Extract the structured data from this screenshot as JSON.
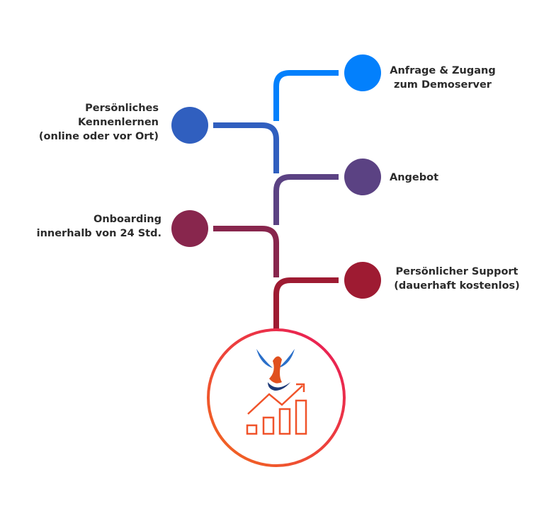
{
  "steps": [
    {
      "label_lines": [
        "Anfrage & Zugang",
        "zum Demoserver"
      ],
      "color": "#0380fc"
    },
    {
      "label_lines": [
        "Persönliches",
        "Kennenlernen",
        "(online oder vor Ort)"
      ],
      "color": "#305fbf"
    },
    {
      "label_lines": [
        "Angebot"
      ],
      "color": "#5b4283"
    },
    {
      "label_lines": [
        "Onboarding",
        "innerhalb von 24 Std."
      ],
      "color": "#88264d"
    },
    {
      "label_lines": [
        "Persönlicher Support",
        "(dauerhaft kostenlos)"
      ],
      "color": "#9e1b32"
    }
  ],
  "hub": {
    "icon": "phoenix-growth-chart-icon",
    "gradient": [
      "#e8185a",
      "#f26b1d"
    ]
  }
}
